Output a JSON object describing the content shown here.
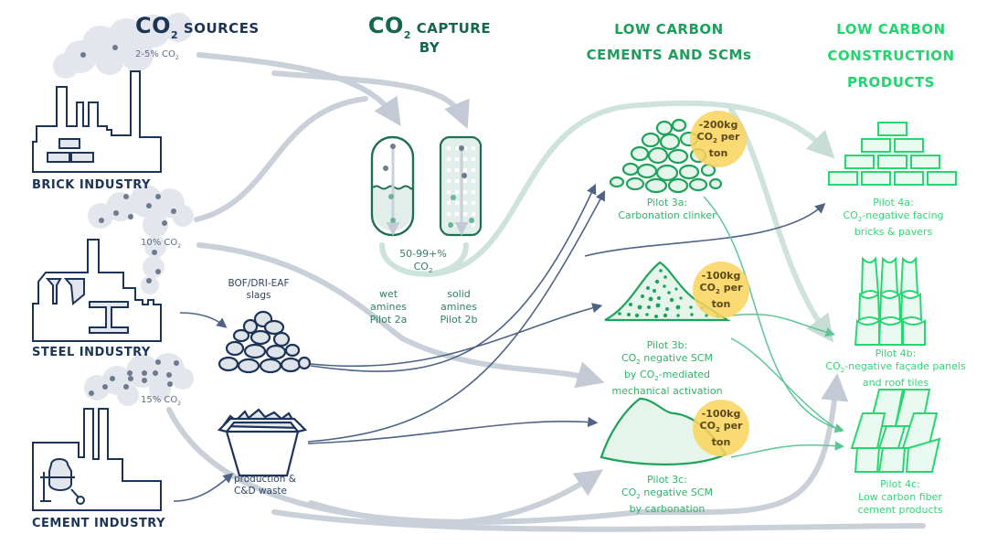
{
  "headers": {
    "sources": {
      "prefix": "CO",
      "sub": "2",
      "suffix": " SOURCES"
    },
    "capture": {
      "prefix": "CO",
      "sub": "2",
      "line1": " CAPTURE",
      "line2": "BY"
    },
    "cements": {
      "line1": "LOW CARBON",
      "line2": "CEMENTS AND SCMs"
    },
    "products": {
      "line1": "LOW CARBON",
      "line2": "CONSTRUCTION",
      "line3": "PRODUCTS"
    }
  },
  "sources": [
    {
      "name": "BRICK INDUSTRY",
      "co2": "2-5% CO",
      "co2_sub": "2"
    },
    {
      "name": "STEEL INDUSTRY",
      "co2": "10% CO",
      "co2_sub": "2"
    },
    {
      "name": "CEMENT INDUSTRY",
      "co2": "15% CO",
      "co2_sub": "2"
    }
  ],
  "materials": {
    "slags": {
      "line1": "BOF/DRI-EAF",
      "line2": "slags"
    },
    "waste": {
      "line1": "production &",
      "line2": "C&D waste"
    }
  },
  "capture": {
    "purity": {
      "line1": "50-99+%",
      "line2": "CO",
      "sub": "2"
    },
    "wet": {
      "line1": "wet",
      "line2": "amines",
      "line3": "Pilot 2a"
    },
    "solid": {
      "line1": "solid",
      "line2": "amines",
      "line3": "Pilot 2b"
    }
  },
  "cements": [
    {
      "pilot": "Pilot 3a:",
      "desc1": "Carbonation clinker",
      "badge": {
        "value": "-200kg",
        "unit": "CO",
        "sub": "2",
        "per": " per",
        "ton": "ton"
      }
    },
    {
      "pilot": "Pilot 3b:",
      "desc1a": "CO",
      "desc1sub": "2",
      "desc1b": " negative SCM",
      "desc2a": "by CO",
      "desc2sub": "2",
      "desc2b": "-mediated",
      "desc3": "mechanical activation",
      "badge": {
        "value": "-100kg",
        "unit": "CO",
        "sub": "2",
        "per": " per",
        "ton": "ton"
      }
    },
    {
      "pilot": "Pilot 3c:",
      "desc1a": "CO",
      "desc1sub": "2",
      "desc1b": " negative SCM",
      "desc2": "by carbonation",
      "badge": {
        "value": "-100kg",
        "unit": "CO",
        "sub": "2",
        "per": " per",
        "ton": "ton"
      }
    }
  ],
  "products": [
    {
      "pilot": "Pilot 4a:",
      "desc1a": "CO",
      "desc1sub": "2",
      "desc1b": "-negative facing",
      "desc2": "bricks & pavers"
    },
    {
      "pilot": "Pilot 4b:",
      "desc1a": "CO",
      "desc1sub": "2",
      "desc1b": "-negative façade panels",
      "desc2": "and roof tiles"
    },
    {
      "pilot": "Pilot 4c:",
      "desc1": "Low carbon fiber",
      "desc2": "cement products"
    }
  ],
  "colors": {
    "navy": "#1c3457",
    "teal": "#17664f",
    "green": "#1e9e5c",
    "lime": "#21d66e",
    "badge": "#fad45a",
    "flow_gray": "#c9d0da",
    "flow_teal": "#cfe3dd"
  }
}
